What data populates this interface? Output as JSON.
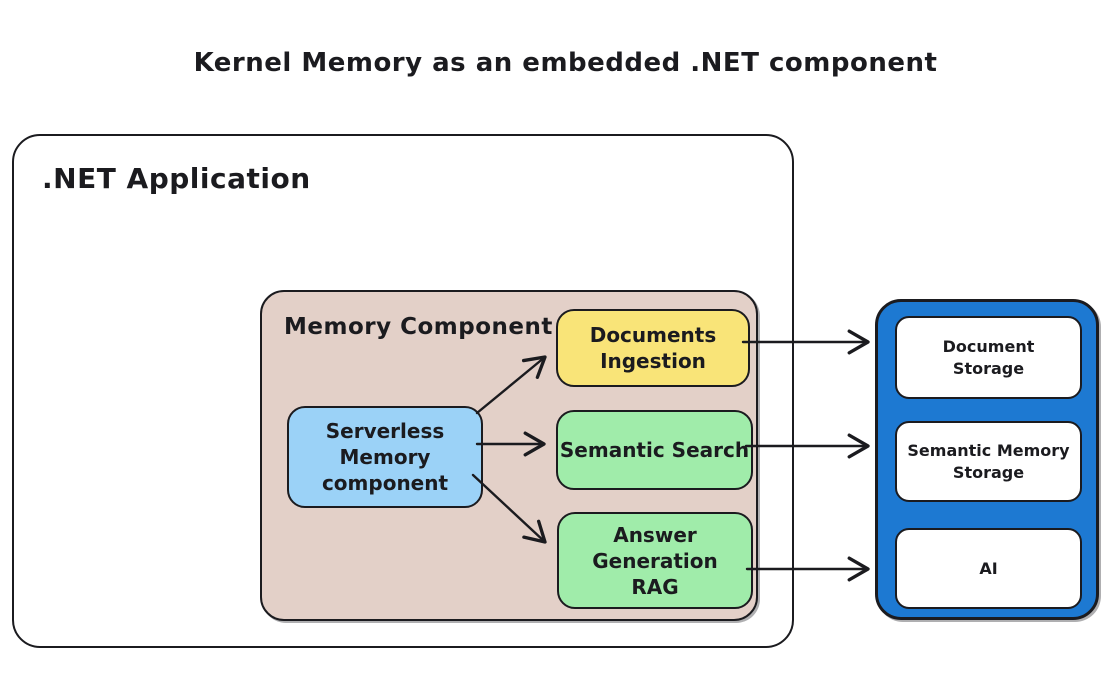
{
  "title": "Kernel Memory as an embedded .NET component",
  "colors": {
    "ink": "#1b1b1f",
    "memory_component_bg": "#e3d0c8",
    "serverless_bg": "#9bd2f7",
    "documents_ingestion_bg": "#f9e478",
    "semantic_search_bg": "#a0ecaa",
    "answer_generation_bg": "#a0ecaa",
    "external_panel_bg": "#1d79d2",
    "external_box_bg": "#ffffff"
  },
  "app": {
    "label": ".NET Application"
  },
  "memory": {
    "label": "Memory Component",
    "nodes": {
      "serverless": {
        "label": "Serverless\nMemory\ncomponent"
      },
      "documents_ingestion": {
        "label": "Documents\nIngestion"
      },
      "semantic_search": {
        "label": "Semantic Search"
      },
      "answer_generation": {
        "label": "Answer\nGeneration\nRAG"
      }
    }
  },
  "external": {
    "nodes": {
      "document_storage": {
        "label": "Document\nStorage"
      },
      "semantic_memory_storage": {
        "label": "Semantic Memory\nStorage"
      },
      "ai": {
        "label": "AI"
      }
    }
  },
  "edges": [
    {
      "from": "serverless_memory_component",
      "to": "documents_ingestion"
    },
    {
      "from": "serverless_memory_component",
      "to": "semantic_search"
    },
    {
      "from": "serverless_memory_component",
      "to": "answer_generation_rag"
    },
    {
      "from": "documents_ingestion",
      "to": "document_storage"
    },
    {
      "from": "semantic_search",
      "to": "semantic_memory_storage"
    },
    {
      "from": "answer_generation_rag",
      "to": "ai"
    }
  ]
}
